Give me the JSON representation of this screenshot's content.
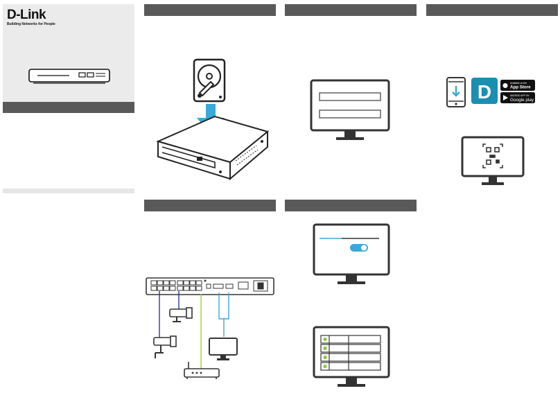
{
  "cover": {
    "brand": "D-Link",
    "tagline": "Building Networks for People"
  },
  "icons": {
    "hdd": "hard-drive-icon",
    "nvr": "nvr-device-icon",
    "arrow": "down-arrow-icon",
    "monitor": "monitor-icon",
    "phone": "phone-download-icon",
    "dlink_app": "dlink-app-icon",
    "qr": "qr-code-icon",
    "camera": "bullet-camera-icon",
    "router": "router-icon",
    "toggle": "toggle-switch-icon"
  },
  "badges": {
    "app_store_small": "Available on the",
    "app_store": "App Store",
    "google_small": "ANDROID APP ON",
    "google_play": "Google play",
    "dlink_letter": "D"
  },
  "colors": {
    "header": "#595959",
    "cover_bg": "#ebebeb",
    "accent_blue": "#3aa8d8",
    "cable_green": "#9fce3a",
    "cable_navy": "#2b3a8c",
    "status_green": "#8cc63f",
    "dlink_teal": "#1a8fb0"
  }
}
